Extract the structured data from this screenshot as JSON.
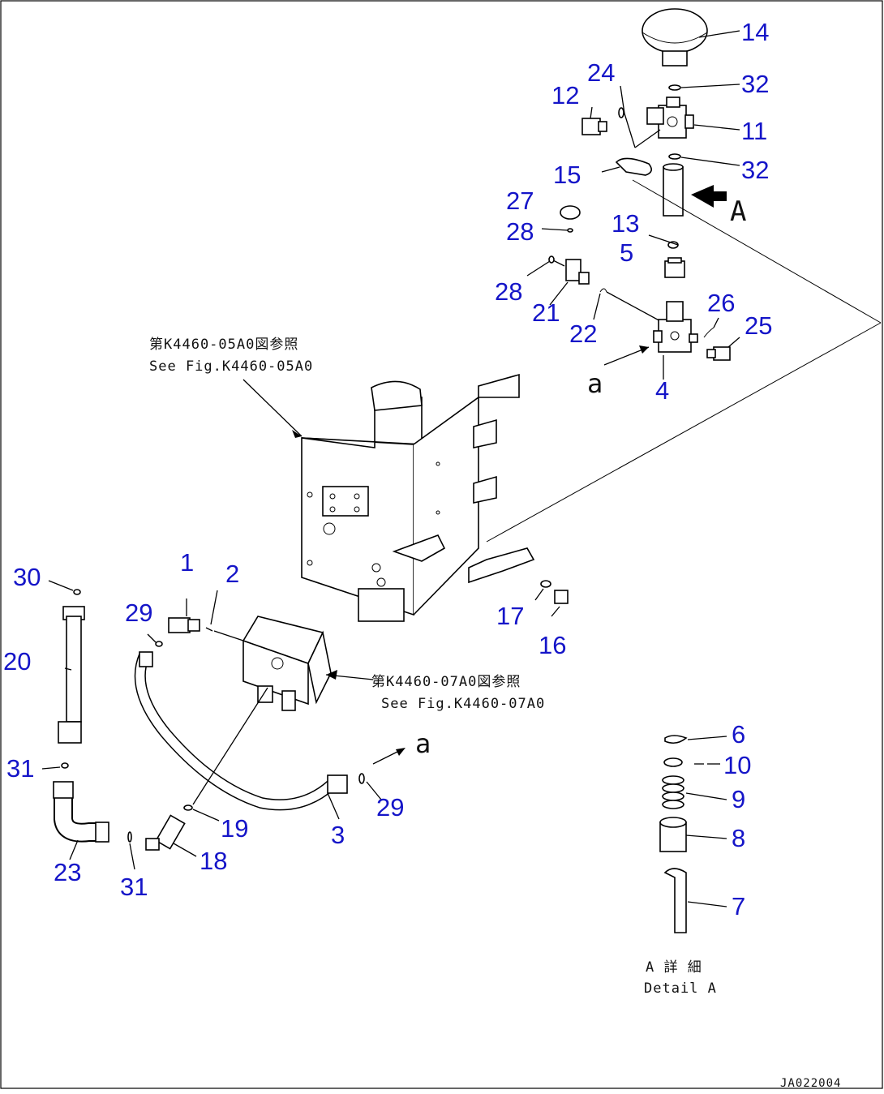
{
  "callouts": [
    {
      "id": "14",
      "label": "14"
    },
    {
      "id": "24",
      "label": "24"
    },
    {
      "id": "12",
      "label": "12"
    },
    {
      "id": "32a",
      "label": "32"
    },
    {
      "id": "11",
      "label": "11"
    },
    {
      "id": "32b",
      "label": "32"
    },
    {
      "id": "15",
      "label": "15"
    },
    {
      "id": "27",
      "label": "27"
    },
    {
      "id": "28a",
      "label": "28"
    },
    {
      "id": "13",
      "label": "13"
    },
    {
      "id": "5",
      "label": "5"
    },
    {
      "id": "28b",
      "label": "28"
    },
    {
      "id": "21",
      "label": "21"
    },
    {
      "id": "22",
      "label": "22"
    },
    {
      "id": "26",
      "label": "26"
    },
    {
      "id": "25",
      "label": "25"
    },
    {
      "id": "4",
      "label": "4"
    },
    {
      "id": "1",
      "label": "1"
    },
    {
      "id": "2",
      "label": "2"
    },
    {
      "id": "30",
      "label": "30"
    },
    {
      "id": "29a",
      "label": "29"
    },
    {
      "id": "20",
      "label": "20"
    },
    {
      "id": "17",
      "label": "17"
    },
    {
      "id": "16",
      "label": "16"
    },
    {
      "id": "31a",
      "label": "31"
    },
    {
      "id": "19",
      "label": "19"
    },
    {
      "id": "3",
      "label": "3"
    },
    {
      "id": "29b",
      "label": "29"
    },
    {
      "id": "23",
      "label": "23"
    },
    {
      "id": "31b",
      "label": "31"
    },
    {
      "id": "18",
      "label": "18"
    },
    {
      "id": "6",
      "label": "6"
    },
    {
      "id": "10",
      "label": "10"
    },
    {
      "id": "9",
      "label": "9"
    },
    {
      "id": "8",
      "label": "8"
    },
    {
      "id": "7",
      "label": "7"
    }
  ],
  "view_markers": {
    "arrow_A": "A",
    "ref_a_top": "a",
    "ref_a_hose": "a"
  },
  "notes": {
    "ref_top_jp": "第K4460-05A0図参照",
    "ref_top_en": "See Fig.K4460-05A0",
    "ref_valve_jp": "第K4460-07A0図参照",
    "ref_valve_en": "See Fig.K4460-07A0",
    "detail_jp": "A 詳 細",
    "detail_en": "Detail A"
  },
  "drawing_id": "JA022004",
  "colors": {
    "callout": "#1515c8",
    "line": "#000000"
  }
}
